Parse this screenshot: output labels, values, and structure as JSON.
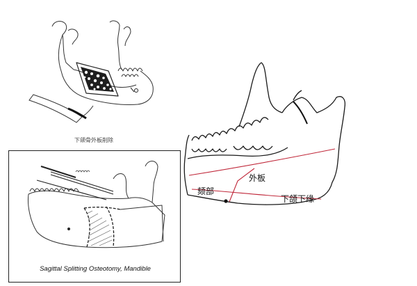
{
  "top_left": {
    "caption": "下颌骨外板削除"
  },
  "bottom_left": {
    "caption": "Sagittal Splitting Osteotomy, Mandible"
  },
  "right": {
    "labels": {
      "chin": "颏部",
      "outer_plate": "外板",
      "lower_border": "下颌下缘"
    },
    "line_color": "#c0283a"
  }
}
